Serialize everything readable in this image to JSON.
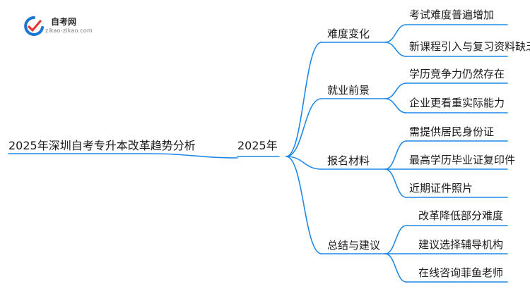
{
  "logo": {
    "title": "自考网",
    "subtitle": "zikao-zikao.com"
  },
  "root": "2025年深圳自考专升本改革趋势分析",
  "year": "2025年",
  "branches": [
    {
      "label": "难度变化",
      "children": [
        "考试难度普遍增加",
        "新课程引入与复习资料缺乏"
      ]
    },
    {
      "label": "就业前景",
      "children": [
        "学历竞争力仍然存在",
        "企业更看重实际能力"
      ]
    },
    {
      "label": "报名材料",
      "children": [
        "需提供居民身份证",
        "最高学历毕业证复印件",
        "近期证件照片"
      ]
    },
    {
      "label": "总结与建议",
      "children": [
        "改革降低部分难度",
        "建议选择辅导机构",
        "在线咨询菲鱼老师"
      ]
    }
  ],
  "colors": {
    "line": "#1e88e5",
    "text": "#1a1a1a",
    "logo_blue": "#1976d2",
    "logo_red": "#e53935"
  }
}
